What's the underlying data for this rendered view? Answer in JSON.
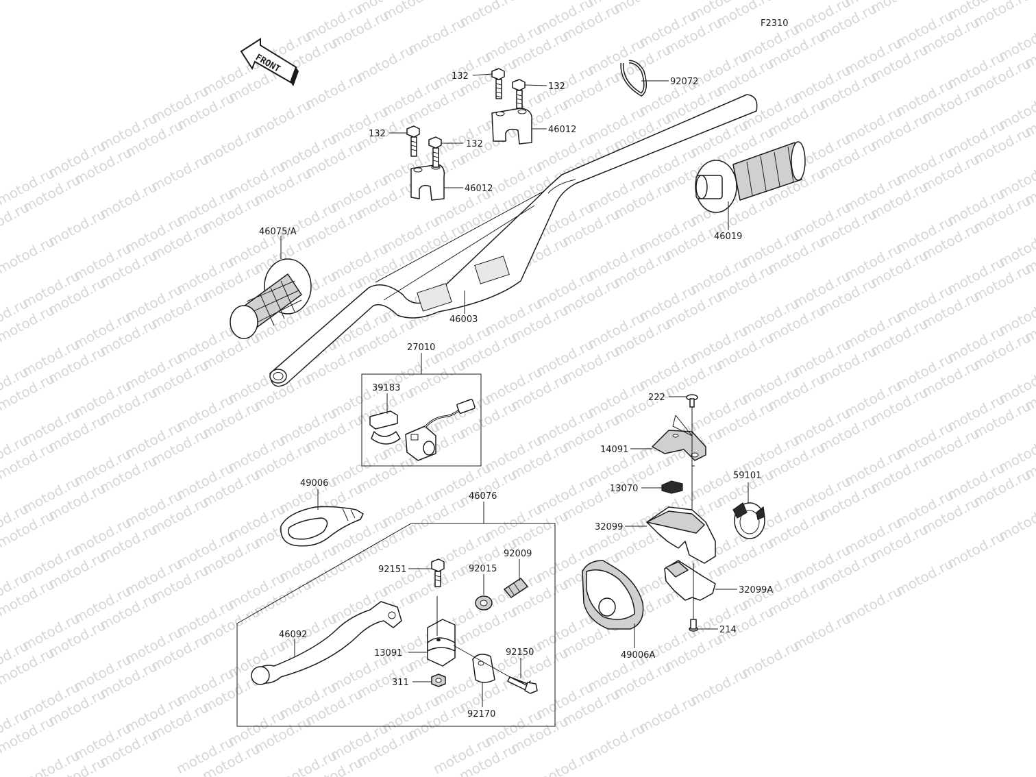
{
  "figure_code": "F2310",
  "front_indicator": "FRONT",
  "watermark_text": "motod.ru",
  "labels": {
    "bolt_132_a": "132",
    "bolt_132_b": "132",
    "bolt_132_c": "132",
    "bolt_132_d": "132",
    "band_92072": "92072",
    "holder_46012_upper": "46012",
    "holder_46012_lower": "46012",
    "grip_46075": "46075/A",
    "throttle_grip_46019": "46019",
    "handlebar_46003": "46003",
    "switch_27010": "27010",
    "clamp_39183": "39183",
    "screw_222": "222",
    "cable_14091": "14091",
    "nut_13070": "13070",
    "case_59101": "59101",
    "housing_32099": "32099",
    "cover_49006": "49006",
    "lever_assy_46076": "46076",
    "adjuster_92009": "92009",
    "bolt_92151": "92151",
    "nut_92015": "92015",
    "housing_32099a": "32099A",
    "lever_46092": "46092",
    "holder_13091": "13091",
    "bolt_92150": "92150",
    "screw_214": "214",
    "nut_311": "311",
    "clamp_92170": "92170",
    "cover_49006a": "49006A"
  }
}
